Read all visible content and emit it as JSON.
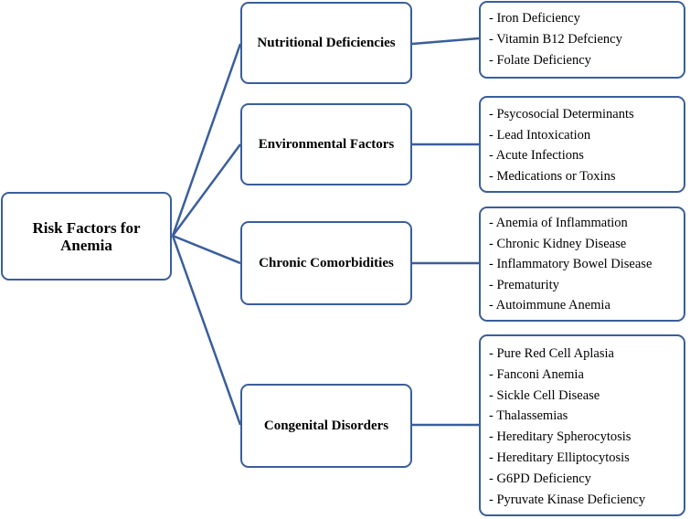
{
  "root": {
    "lines": [
      "Risk Factors for",
      "Anemia"
    ]
  },
  "categories": [
    {
      "label": "Nutritional Deficiencies",
      "items": [
        "- Iron Deficiency",
        "- Vitamin B12 Defciency",
        "- Folate Deficiency"
      ]
    },
    {
      "label": "Environmental Factors",
      "items": [
        "- Psycosocial Determinants",
        "- Lead Intoxication",
        "- Acute Infections",
        "- Medications or Toxins"
      ]
    },
    {
      "label": "Chronic Comorbidities",
      "items": [
        "- Anemia of Inflammation",
        "-  Chronic Kidney Disease",
        "- Inflammatory Bowel Disease",
        "- Prematurity",
        "-  Autoimmune Anemia"
      ]
    },
    {
      "label": "Congenital Disorders",
      "items": [
        "- Pure Red Cell Aplasia",
        "- Fanconi Anemia",
        "- Sickle Cell Disease",
        "- Thalassemias",
        "- Hereditary Spherocytosis",
        "- Hereditary Elliptocytosis",
        "- G6PD Deficiency",
        "- Pyruvate Kinase Deficiency"
      ]
    }
  ],
  "colors": {
    "border": "#3a5e9a",
    "connector": "#3a5e9a"
  }
}
